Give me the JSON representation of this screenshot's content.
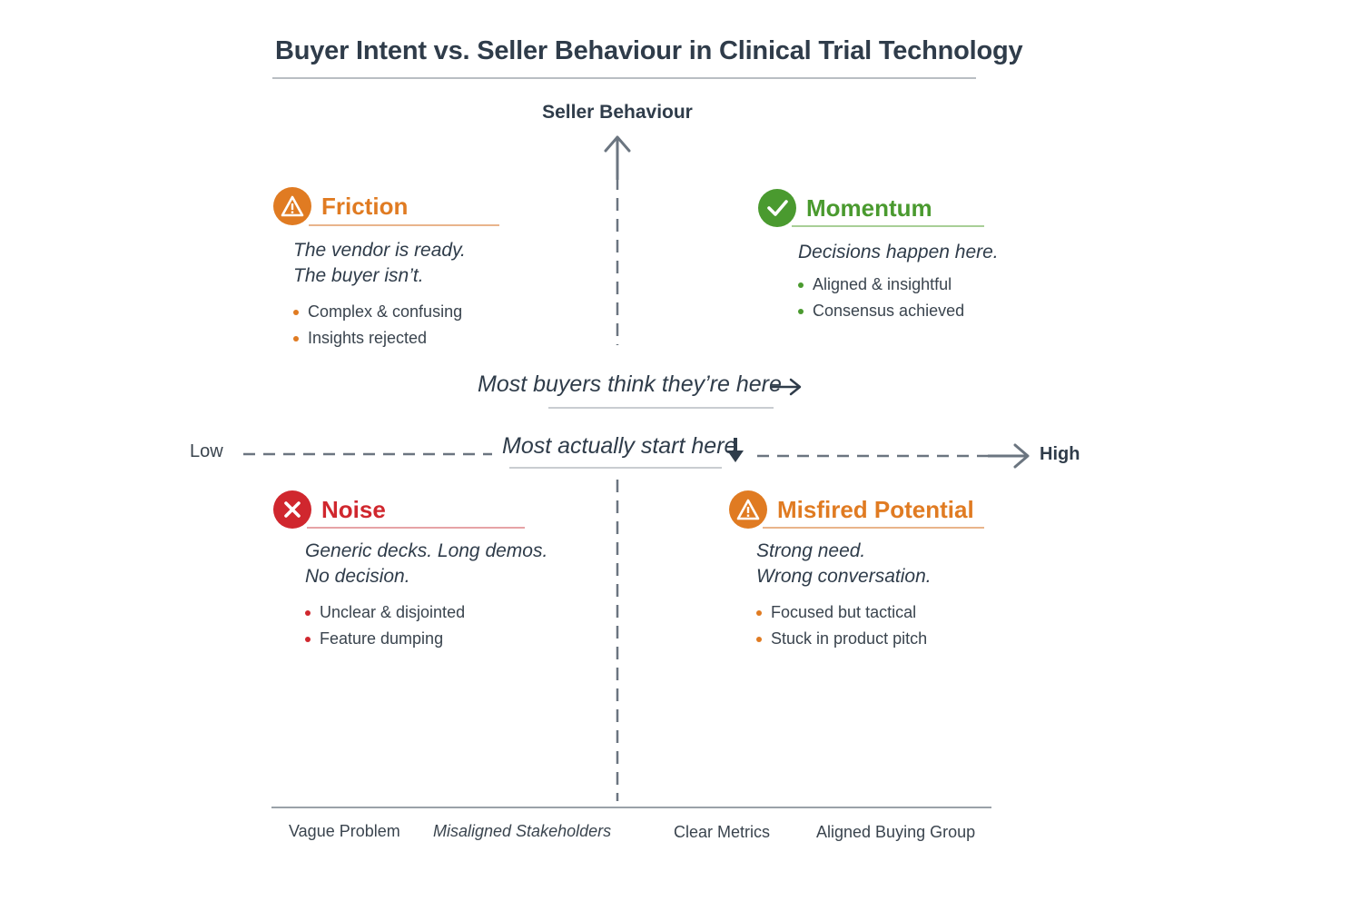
{
  "title": "Buyer Intent vs. Seller Behaviour in Clinical Trial Technology",
  "axes": {
    "y_label": "Seller Behaviour",
    "x_low": "Low",
    "x_high": "High"
  },
  "quadrants": {
    "friction": {
      "title": "Friction",
      "icon": "warning-icon",
      "color": "#e07b22",
      "tagline": [
        "The vendor is ready.",
        "The buyer isn’t."
      ],
      "bullets": [
        "Complex & confusing",
        "Insights rejected"
      ]
    },
    "momentum": {
      "title": "Momentum",
      "icon": "check-icon",
      "color": "#4a9a2f",
      "tagline": [
        "Decisions happen here."
      ],
      "bullets": [
        "Aligned & insightful",
        "Consensus achieved"
      ]
    },
    "noise": {
      "title": "Noise",
      "icon": "x-icon",
      "color": "#d0272e",
      "tagline": [
        "Generic decks. Long demos.",
        "No decision."
      ],
      "bullets": [
        "Unclear & disjointed",
        "Feature dumping"
      ]
    },
    "misfired": {
      "title": "Misfired Potential",
      "icon": "warning-icon",
      "color": "#e07b22",
      "tagline": [
        "Strong need.",
        "Wrong conversation."
      ],
      "bullets": [
        "Focused but tactical",
        "Stuck in product pitch"
      ]
    }
  },
  "notes": {
    "think": "Most buyers think they’re here",
    "start": "Most actually start here"
  },
  "x_categories": [
    "Vague Problem",
    "Misaligned Stakeholders",
    "Clear Metrics",
    "Aligned Buying Group"
  ],
  "colors": {
    "axis": "#6b7580",
    "text": "#2f3c4a"
  }
}
